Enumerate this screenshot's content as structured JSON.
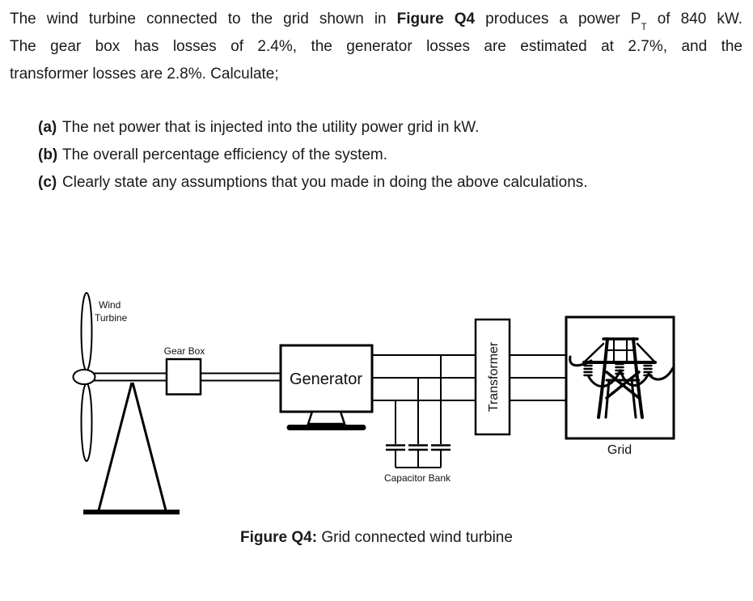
{
  "problem": {
    "line1_pre": "The wind turbine connected to the grid shown in ",
    "line1_bold": "Figure Q4",
    "line1_mid": " produces a power P",
    "line1_sub": "T",
    "line1_post": " of 840 kW.",
    "line2": "The gear box has losses of 2.4%, the generator losses are estimated at 2.7%, and the",
    "line3": "transformer losses are 2.8%. Calculate;"
  },
  "tasks": [
    {
      "label": "(a)",
      "text": "The net power that is injected into the utility power grid in kW."
    },
    {
      "label": "(b)",
      "text": "The overall percentage efficiency of the system."
    },
    {
      "label": "(c)",
      "text": "Clearly state any assumptions that you made in doing the above calculations."
    }
  ],
  "diagram": {
    "wind_label_line1": "Wind",
    "wind_label_line2": "Turbine",
    "gear_box_label": "Gear Box",
    "generator_label": "Generator",
    "capacitor_bank_label": "Capacitor Bank",
    "transformer_label": "Transformer",
    "grid_label": "Grid",
    "line_color": "#000000",
    "background_color": "#ffffff"
  },
  "caption": {
    "bold": "Figure Q4:",
    "text": " Grid connected wind turbine"
  }
}
